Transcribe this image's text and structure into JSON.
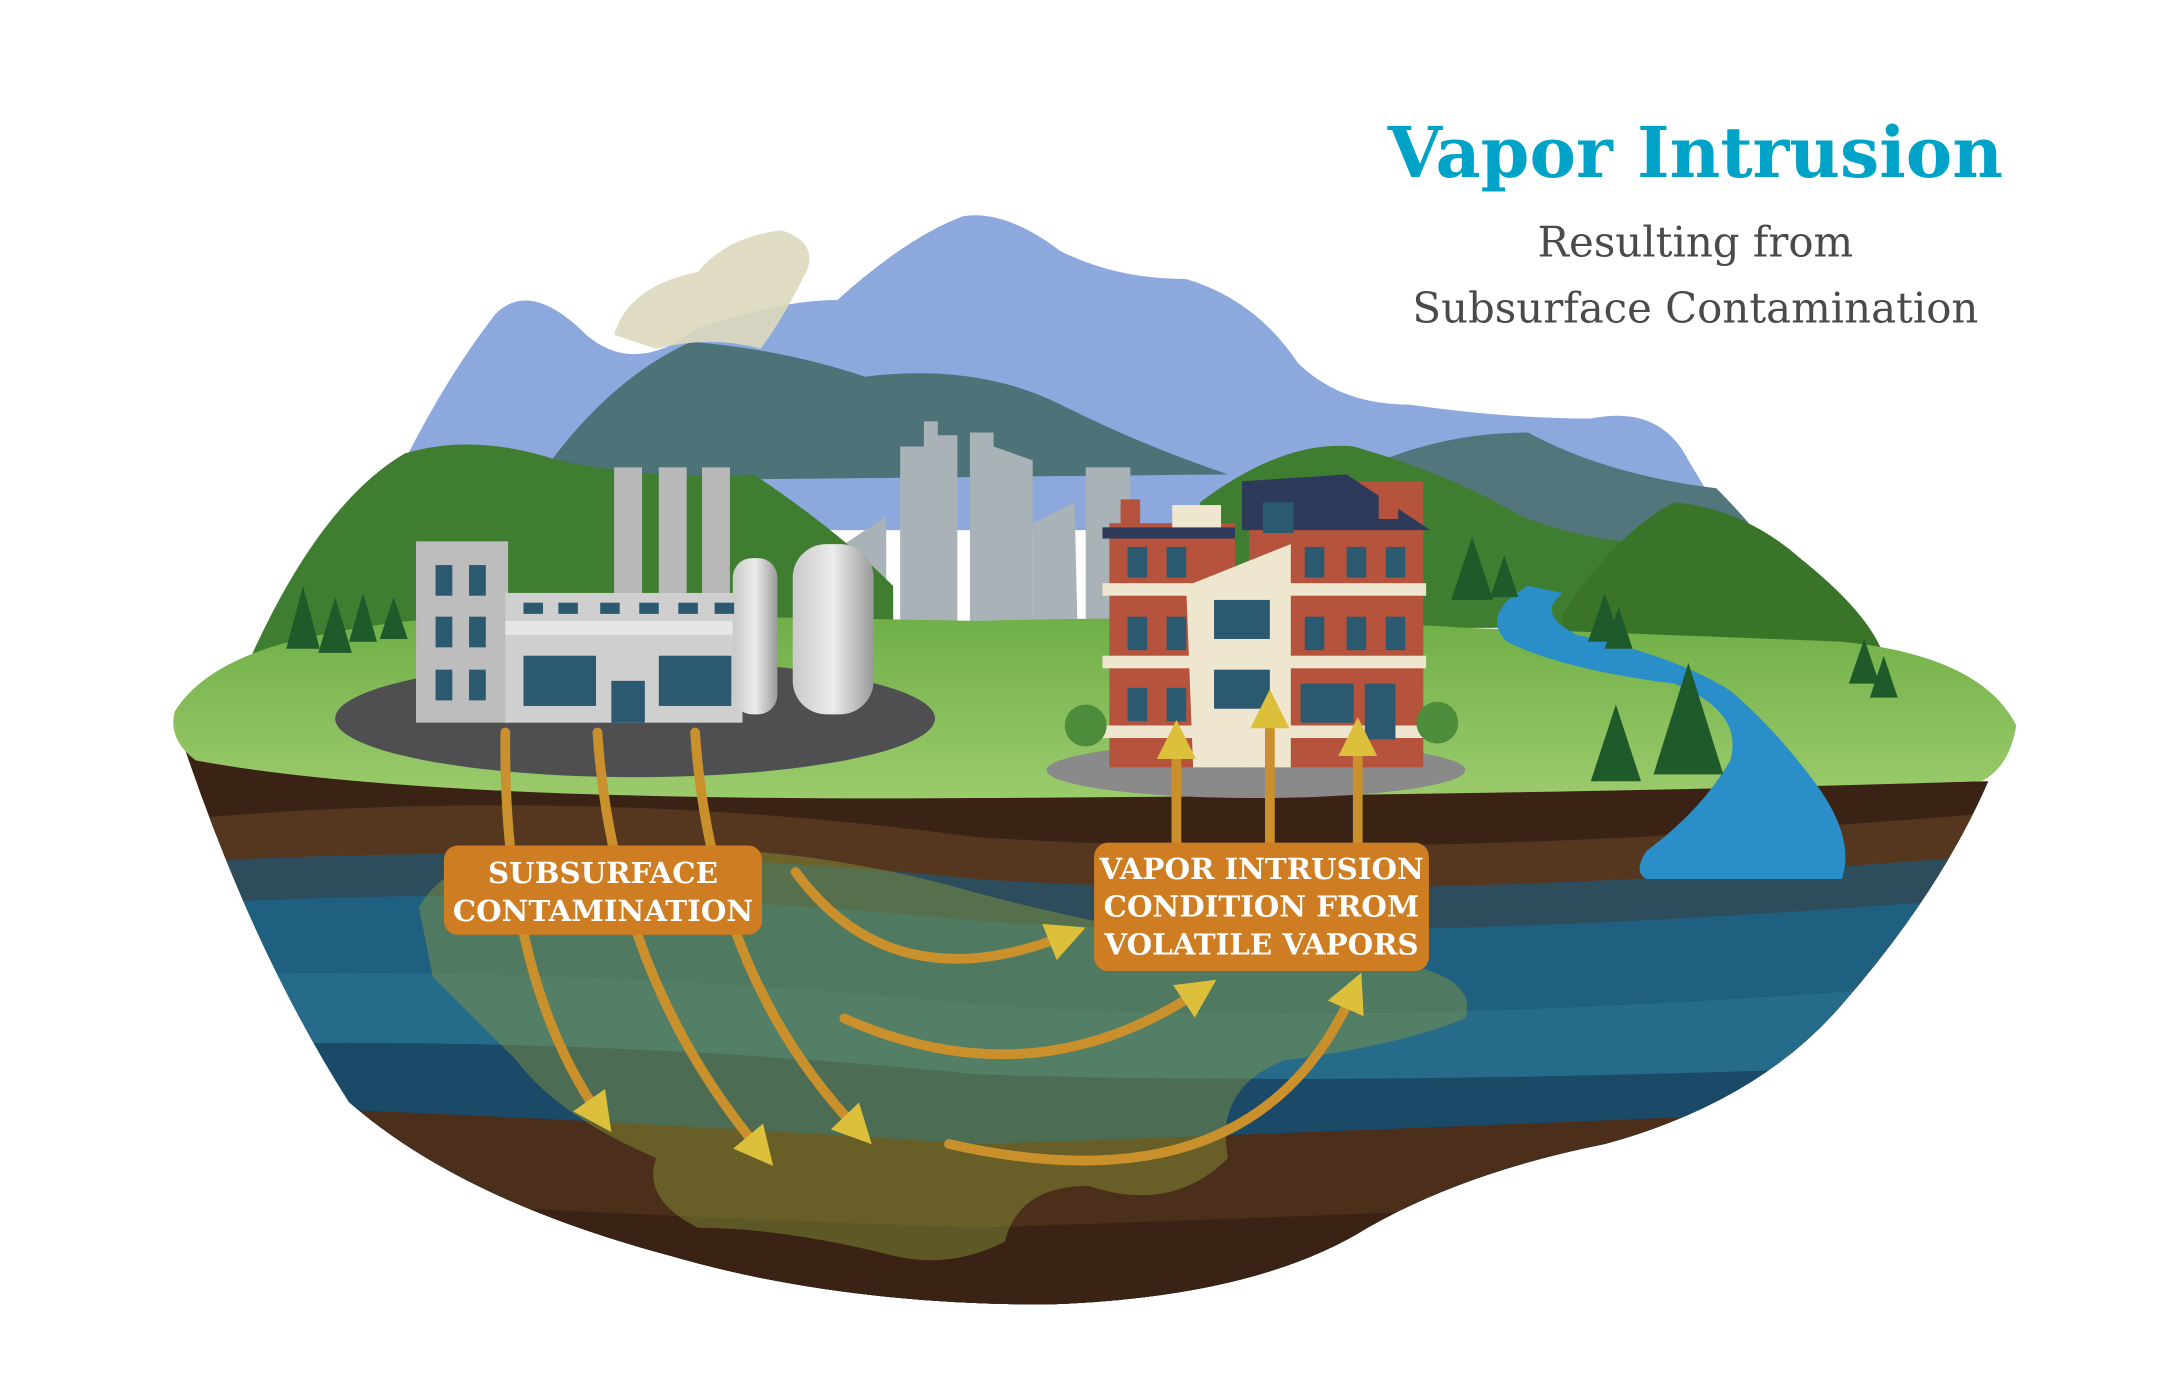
{
  "header": {
    "title": "Vapor Intrusion",
    "subtitle_line1": "Resulting from",
    "subtitle_line2": "Subsurface Contamination"
  },
  "labels": {
    "contamination": [
      "SUBSURFACE",
      "CONTAMINATION"
    ],
    "vapor": [
      "VAPOR INTRUSION",
      "CONDITION FROM",
      "VOLATILE VAPORS"
    ]
  },
  "colors": {
    "title": "#00a3c8",
    "subtitle": "#4a4a4a",
    "label_bg": "#cf7d22",
    "arrow": "#d9b83a",
    "grass": "#8cc063",
    "groundwater": "#1f5f80"
  }
}
